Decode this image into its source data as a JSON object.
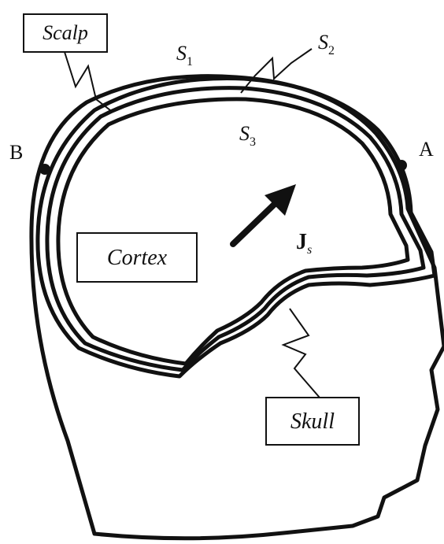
{
  "diagram": {
    "labels": {
      "scalp": "Scalp",
      "skull": "Skull",
      "cortex": "Cortex",
      "s1_base": "S",
      "s1_sub": "1",
      "s2_base": "S",
      "s2_sub": "2",
      "s3_base": "S",
      "s3_sub": "3",
      "point_a": "A",
      "point_b": "B",
      "current_base": "J",
      "current_sub": "s"
    },
    "colors": {
      "ink": "#111111",
      "background": "#ffffff"
    }
  }
}
